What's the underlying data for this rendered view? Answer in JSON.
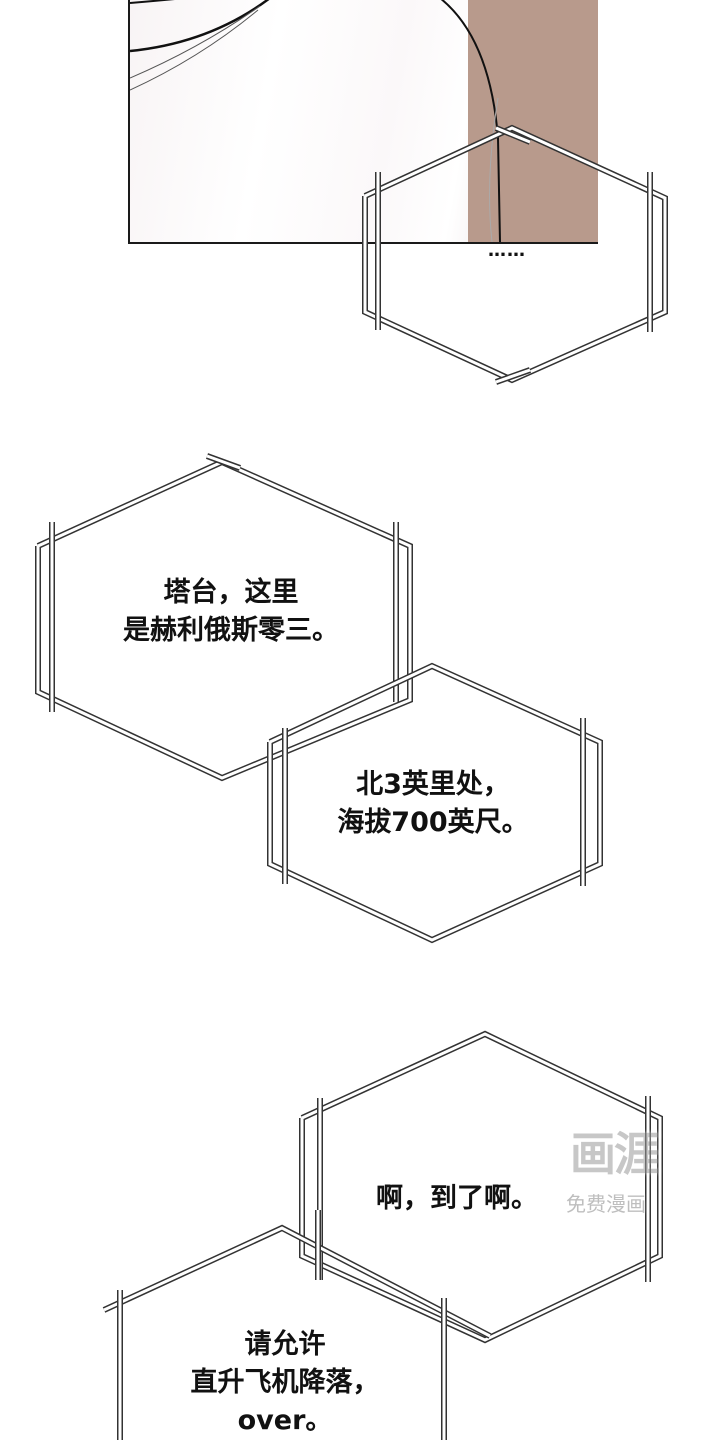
{
  "comic": {
    "panel_top": {
      "colors": {
        "wall": "#b89a8c",
        "border": "#1a1a1a",
        "cloth": "#f8f4f5"
      }
    },
    "bubbles": [
      {
        "id": "ellipsis",
        "text": "……"
      },
      {
        "id": "tower-call",
        "lines": [
          "塔台，这里",
          "是赫利俄斯零三。"
        ]
      },
      {
        "id": "position",
        "lines": [
          "北3英里处，",
          "海拔700英尺。"
        ]
      },
      {
        "id": "arrived",
        "lines": [
          "啊，到了啊。"
        ]
      },
      {
        "id": "landing-request",
        "lines": [
          "请允许",
          "直升飞机降落，",
          "over。"
        ]
      }
    ],
    "watermark": {
      "logo": "画涯",
      "caption": "免费漫画"
    }
  }
}
